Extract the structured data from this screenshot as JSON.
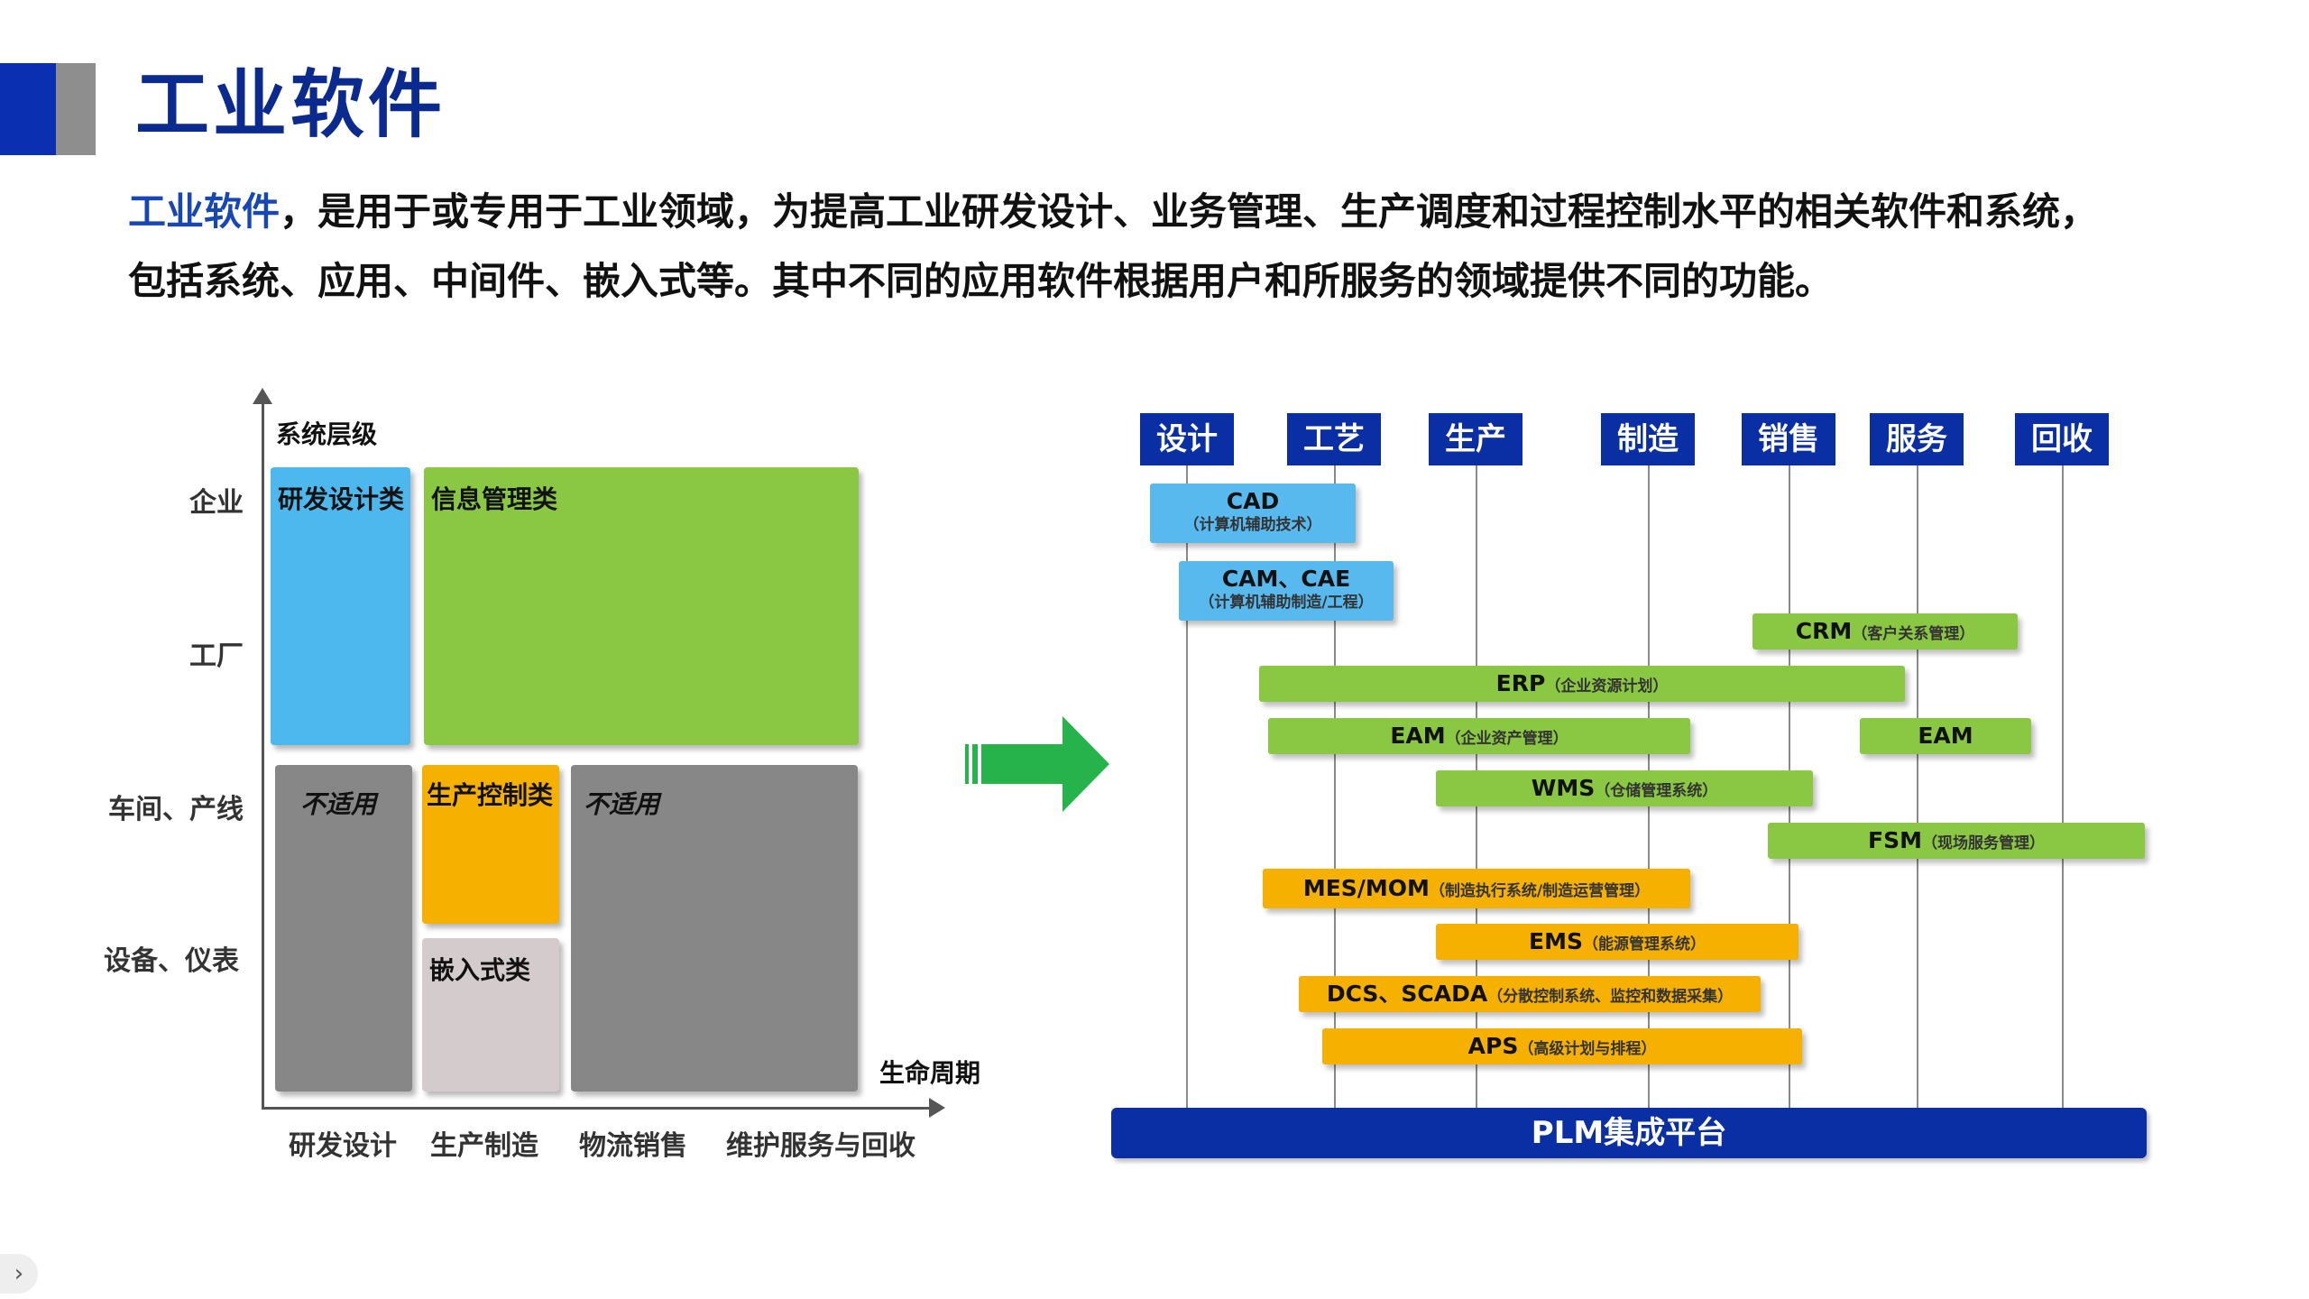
{
  "title": "工业软件",
  "description": {
    "highlight": "工业软件",
    "line1_rest": "，是用于或专用于工业领域，为提高工业研发设计、业务管理、生产调度和过程控制水平的相关软件和系统，",
    "line2": "包括系统、应用、中间件、嵌入式等。其中不同的应用软件根据用户和所服务的领域提供不同的功能。"
  },
  "matrix": {
    "y_axis_title": "系统层级",
    "x_axis_title": "生命周期",
    "y_levels": [
      "企业",
      "工厂",
      "车间、产线",
      "设备、仪表"
    ],
    "x_stages": [
      "研发设计",
      "生产制造",
      "物流销售",
      "维护服务与回收"
    ],
    "blocks": {
      "rd": "研发设计类",
      "info": "信息管理类",
      "na1": "不适用",
      "prod_ctrl": "生产控制类",
      "na2": "不适用",
      "embedded": "嵌入式类"
    },
    "colors": {
      "rd": "#4db8ee",
      "info": "#8ac743",
      "na": "#878787",
      "prod_ctrl": "#f5b000",
      "embedded": "#d4cccc"
    }
  },
  "lifecycle": {
    "stages": [
      "设计",
      "工艺",
      "生产",
      "制造",
      "销售",
      "服务",
      "回收"
    ],
    "systems": {
      "cad": {
        "name": "CAD",
        "desc": "（计算机辅助技术）"
      },
      "camcae": {
        "name": "CAM、CAE",
        "desc": "（计算机辅助制造/工程）"
      },
      "crm": {
        "name": "CRM",
        "desc": "（客户关系管理）"
      },
      "erp": {
        "name": "ERP",
        "desc": "（企业资源计划）"
      },
      "eam": {
        "name": "EAM",
        "desc": "（企业资产管理）"
      },
      "eam2": {
        "name": "EAM"
      },
      "wms": {
        "name": "WMS",
        "desc": "（仓储管理系统）"
      },
      "fsm": {
        "name": "FSM",
        "desc": "（现场服务管理）"
      },
      "mes": {
        "name": "MES/MOM",
        "desc": "（制造执行系统/制造运营管理）"
      },
      "ems": {
        "name": "EMS",
        "desc": "（能源管理系统）"
      },
      "dcs": {
        "name": "DCS、SCADA",
        "desc": "（分散控制系统、监控和数据采集）"
      },
      "aps": {
        "name": "APS",
        "desc": "（高级计划与排程）"
      }
    },
    "platform": "PLM集成平台",
    "colors": {
      "stage": "#0a2fa5",
      "cyan": "#57b9ee",
      "green": "#8ac743",
      "orange": "#f5b000"
    }
  },
  "arrow_icon": "right-arrow-icon",
  "nav_glyph": "›"
}
